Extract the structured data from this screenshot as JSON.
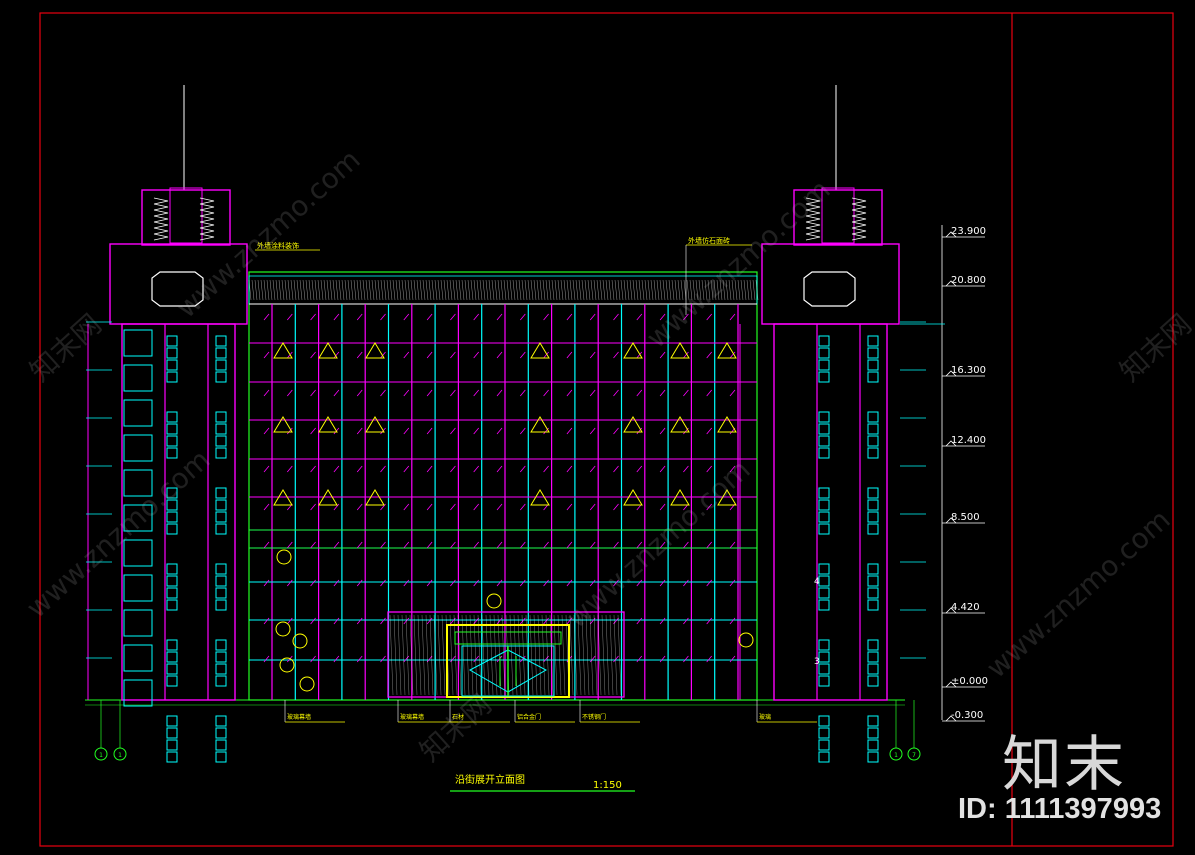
{
  "drawing": {
    "title": "沿街展开立面图",
    "scale": "1:150",
    "elevations": [
      "23.900",
      "20.800",
      "16.300",
      "12.400",
      "8.500",
      "4.420",
      "±0.000",
      "-0.300"
    ],
    "axis_left": [
      "1",
      "1"
    ],
    "axis_right": [
      "1",
      "7"
    ],
    "marks": [
      "4",
      "3"
    ],
    "callouts_top": [
      "外墙涂料装饰",
      "外墙仿石面砖"
    ],
    "callouts_bottom": [
      "玻璃幕墙",
      "玻璃幕墙",
      "石材",
      "铝合金门",
      "不锈钢门",
      "玻璃"
    ]
  },
  "colors": {
    "frame": "#e8000f",
    "magenta": "#ff00ff",
    "green": "#22ff22",
    "cyan": "#00ffff",
    "yellow": "#ffff00",
    "white": "#ffffff"
  },
  "watermark": {
    "text": "www.znzmo.com",
    "text_cn": "知末网",
    "logo": "知末",
    "id": "ID: 1111397993"
  }
}
